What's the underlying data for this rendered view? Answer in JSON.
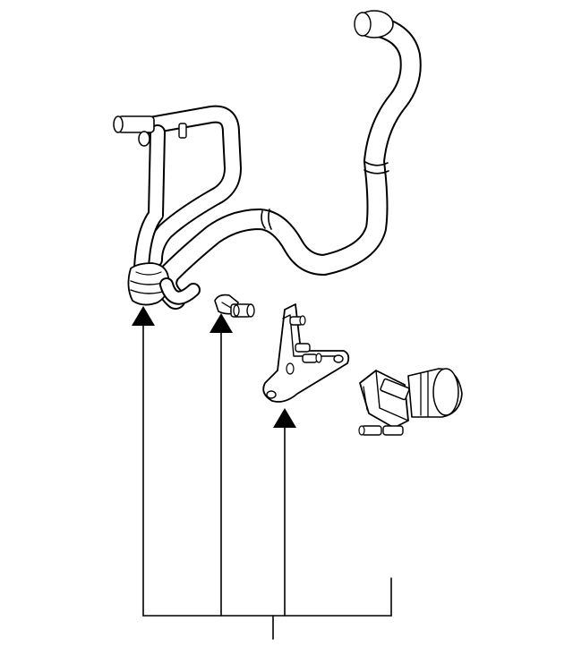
{
  "diagram": {
    "parts": [
      {
        "id": "hose-assembly",
        "icon": "vacuum-hose-icon"
      },
      {
        "id": "clip",
        "icon": "clip-icon"
      },
      {
        "id": "bracket",
        "icon": "bracket-icon"
      },
      {
        "id": "solenoid",
        "icon": "solenoid-valve-icon"
      }
    ],
    "colors": {
      "line": "#000000",
      "background": "#ffffff"
    }
  }
}
